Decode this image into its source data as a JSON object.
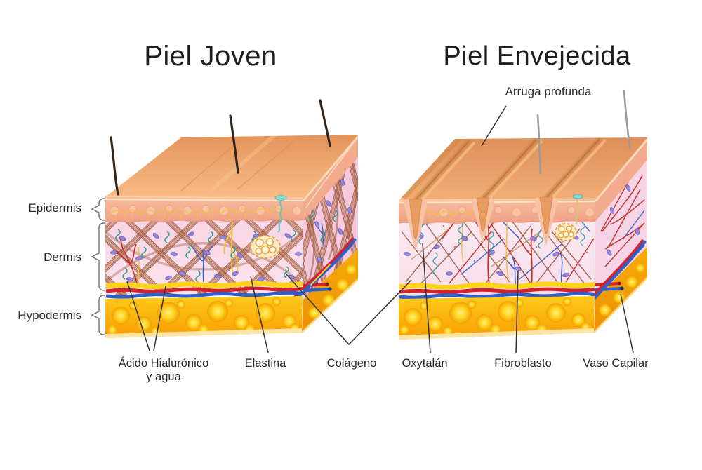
{
  "titles": {
    "left": "Piel Joven",
    "right": "Piel Envejecida"
  },
  "annotations": {
    "deep_wrinkle": "Arruga profunda"
  },
  "layer_labels": {
    "epidermis": "Epidermis",
    "dermis": "Dermis",
    "hypodermis": "Hypodermis"
  },
  "structure_labels": {
    "hyaluronic_line1": "Ácido Hialurónico",
    "hyaluronic_line2": "y agua",
    "elastin": "Elastina",
    "collagen": "Colágeno",
    "oxytalan": "Oxytalán",
    "fibroblast": "Fibroblasto",
    "capillary": "Vaso Capilar"
  },
  "colors": {
    "skin_surface": "#F3A76D",
    "epidermis": "#F5AE94",
    "dermis_young": "#F8D9E6",
    "dermis_aged": "#F9E6EF",
    "collagen_fiber": "#A2604A",
    "elastin_green": "#2E9C8F",
    "fibroblast_cell": "#9488DC",
    "nerve_yellow": "#F3C23F",
    "artery_red": "#D5212B",
    "vein_blue": "#2F5FC8",
    "fat_yellow": "#FFC517",
    "hair_young": "#32251B",
    "hair_aged": "#9B9B9B",
    "text": "#2A2A2A",
    "background": "#FFFFFF"
  }
}
